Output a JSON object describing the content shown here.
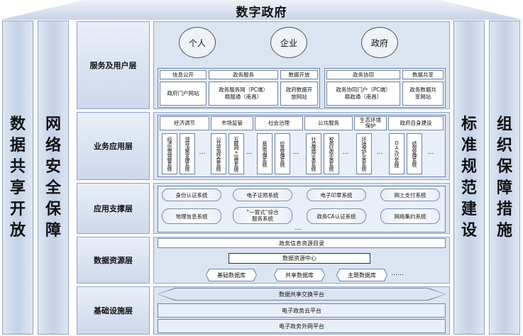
{
  "title": "数字政府",
  "pillars": {
    "left1": [
      "数",
      "据",
      "共",
      "享",
      "开",
      "放"
    ],
    "left2": [
      "网",
      "络",
      "安",
      "全",
      "保",
      "障"
    ],
    "right1": [
      "标",
      "准",
      "规",
      "范",
      "建",
      "设"
    ],
    "right2": [
      "组",
      "织",
      "保",
      "障",
      "措",
      "施"
    ]
  },
  "layers": {
    "service": {
      "label": "服务及用户层",
      "users": [
        "个人",
        "企业",
        "政府"
      ],
      "left_group": {
        "headers": [
          "信息公开",
          "政务服务",
          "数据开放"
        ],
        "cells": [
          "政府门户网站",
          "政务服务网（PC端）\n赣服通（南昌）",
          "政府数据开\n放网站"
        ]
      },
      "right_group": {
        "headers": [
          "政务协同",
          "数据共享"
        ],
        "cells": [
          "政务协同门户（PC端）\n赣政通（南昌）",
          "政务数据共\n享网站"
        ]
      }
    },
    "business": {
      "label": "业务应用层",
      "categories": [
        "经济调节",
        "市场监管",
        "社会治理",
        "公共服务",
        "生态环境\n保护",
        "政府自身建设"
      ],
      "apps": [
        "经济监测预警系统",
        "领导决策支撑系统",
        "公共资源交易系统",
        "互联网+监管系统",
        "基层治理系统",
        "应急管理系统",
        "社会保障业务系统",
        "税务征收业务系统",
        "环境保护业务系统",
        "OA办公系统",
        "绩效管理系统"
      ],
      "ellipsis": "…"
    },
    "support": {
      "label": "应用支撑层",
      "items": [
        "身份认证系统",
        "电子证照系统",
        "电子印章系统",
        "网上支付系统",
        "地理信息系统",
        "“一窗式”综合\n服务系统",
        "政务CA认证系统",
        "网络集约系统"
      ],
      "ellipsis": "…"
    },
    "data": {
      "label": "数据资源层",
      "catalog": "政务信息资源目录",
      "center": "数据资源中心",
      "dbs": [
        "基础数据库",
        "共享数据库",
        "主题数据库"
      ],
      "ellipsis": "……"
    },
    "infra": {
      "label": "基础设施层",
      "exchange": "数据共享交换平台",
      "cloud": "电子政务云平台",
      "extranet": "电子政务外网平台"
    }
  }
}
